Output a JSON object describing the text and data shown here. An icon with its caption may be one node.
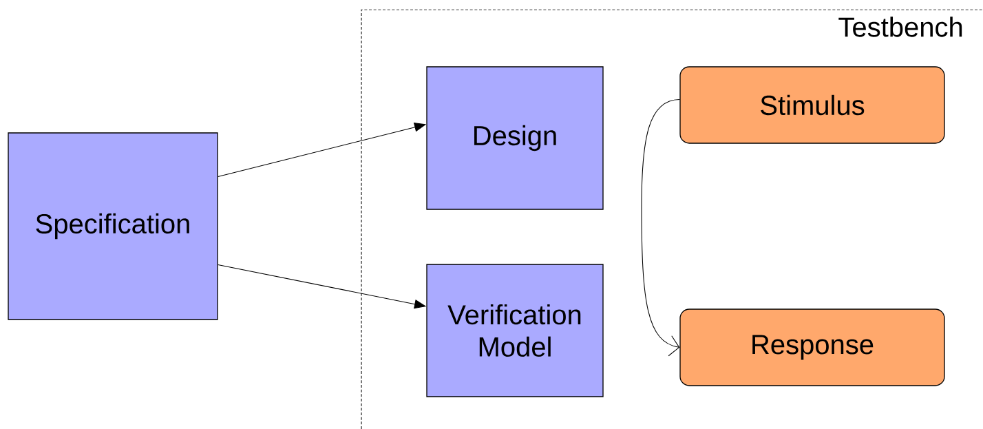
{
  "diagram": {
    "nodes": [
      {
        "text": [
          "Testbench"
        ]
      },
      {
        "text": [
          "Specification"
        ]
      },
      {
        "text": [
          "Design"
        ],
        "in": 0
      },
      {
        "text": [
          "Verification Model"
        ],
        "in": 0
      },
      {
        "text": [
          "Stimulus"
        ],
        "in": 0
      },
      {
        "text": [
          "Response"
        ],
        "in": 0
      }
    ],
    "edges": [
      {
        "from": 1,
        "to": 2,
        "arrow": "to"
      },
      {
        "from": 1,
        "to": 3,
        "arrow": "to"
      },
      {
        "from": 4,
        "to": 5,
        "arrow": "to"
      }
    ]
  }
}
